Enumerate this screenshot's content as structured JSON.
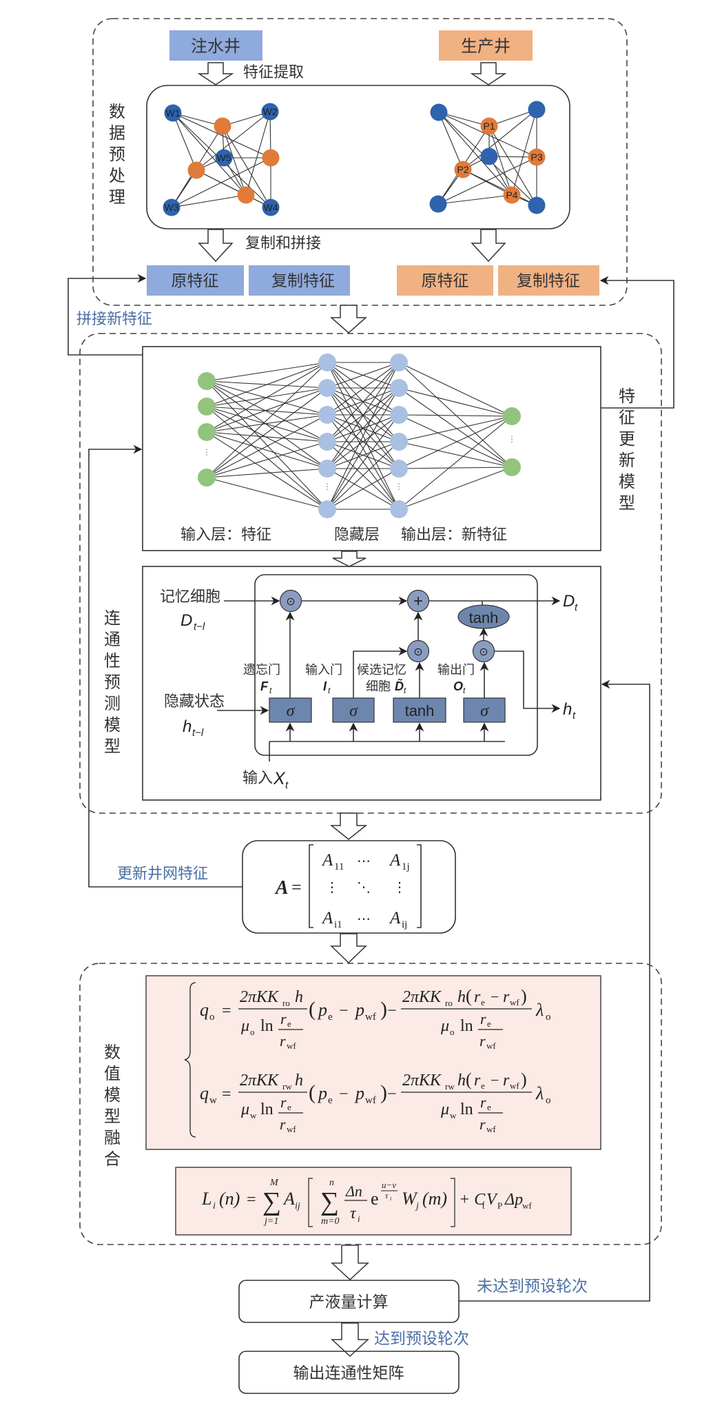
{
  "colors": {
    "injector_fill": "#8faadc",
    "producer_fill": "#f0b183",
    "well_blue": "#2e63ad",
    "well_orange": "#e07b39",
    "nn_green": "#92c47d",
    "nn_blue": "#a9c0e3",
    "lstm_circle": "#8a9cc0",
    "lstm_gate": "#6d86ad",
    "equation_fill": "#fbeae5",
    "label_blue": "#4a6fa5"
  },
  "preprocess": {
    "section_label": "数据预处理",
    "injector_label": "注水井",
    "producer_label": "生产井",
    "extract_label": "特征提取",
    "copy_concat_label": "复制和拼接",
    "injector_nodes": [
      "W1",
      "W2",
      "W3",
      "W4",
      "W5"
    ],
    "producer_nodes": [
      "P1",
      "P2",
      "P3",
      "P4"
    ],
    "inj_orig_feature": "原特征",
    "inj_copy_feature": "复制特征",
    "prod_orig_feature": "原特征",
    "prod_copy_feature": "复制特征"
  },
  "concat_label": "拼接新特征",
  "feature_update": {
    "section_label": "特征更新模型",
    "input_layer_label": "输入层：特征",
    "hidden_layer_label": "隐藏层",
    "output_layer_label": "输出层：新特征"
  },
  "lstm": {
    "section_label": "连通性预测模型",
    "memory_cell_label": "记忆细胞",
    "memory_prev": "D",
    "memory_prev_sub": "t−l",
    "hidden_state_label": "隐藏状态",
    "hidden_prev": "h",
    "hidden_prev_sub": "t−l",
    "forget_gate_label": "遗忘门",
    "forget_symbol": "F",
    "input_gate_label": "输入门",
    "input_symbol": "I",
    "candidate_label_1": "候选记忆",
    "candidate_label_2": "细胞",
    "candidate_symbol": "D̃",
    "output_gate_label": "输出门",
    "output_symbol": "O",
    "sub_t": "t",
    "sigma": "σ",
    "tanh": "tanh",
    "mult": "⊙",
    "plus": "+",
    "out_memory": "D",
    "out_hidden": "h",
    "input_label": "输入",
    "input_symbol_x": "X"
  },
  "matrix": {
    "update_label": "更新井网特征",
    "lhs": "A",
    "eq": "=",
    "cells": [
      [
        "A",
        "11"
      ],
      [
        "⋯",
        ""
      ],
      [
        "A",
        "1j"
      ],
      [
        "⋮",
        ""
      ],
      [
        "⋱",
        ""
      ],
      [
        "⋮",
        ""
      ],
      [
        "A",
        "i1"
      ],
      [
        "⋯",
        ""
      ],
      [
        "A",
        "ij"
      ]
    ]
  },
  "fusion": {
    "section_label": "数值模型融合",
    "eq1": {
      "lhs": "q",
      "lhs_sub": "o",
      "num1": "2πKK",
      "num1_sub": "ro",
      "num1_tail": "h",
      "den_mu_sub": "o",
      "mid": "( p",
      "tail": "λ",
      "tail_sub": "o"
    },
    "eq2": {
      "lhs": "q",
      "lhs_sub": "w",
      "num1": "2πKK",
      "num1_sub": "rw",
      "num1_tail": "h",
      "den_mu_sub": "w",
      "tail": "λ",
      "tail_sub": "o"
    },
    "eq3": {
      "lhs": "L",
      "lhs_sub": "i",
      "arg": "(n)",
      "sum_top": "M",
      "sum_bot": "j=1",
      "coef": "A",
      "coef_sub": "ij",
      "inner_top": "n",
      "inner_bot": "m=0",
      "frac_num": "Δn",
      "frac_den": "τ",
      "frac_den_sub": "i",
      "exp_num": "u−v",
      "exp_den": "τ",
      "exp_den_sub": "i",
      "w": "W",
      "w_sub": "j",
      "w_arg": "(m)",
      "tail": "+ C",
      "ct_sub": "t",
      "v": "V",
      "v_sub": "P",
      "dp": "Δp",
      "dp_sub": "wf"
    }
  },
  "flow": {
    "calc_label": "产液量计算",
    "not_reached_label": "未达到预设轮次",
    "reached_label": "达到预设轮次",
    "output_label": "输出连通性矩阵"
  }
}
